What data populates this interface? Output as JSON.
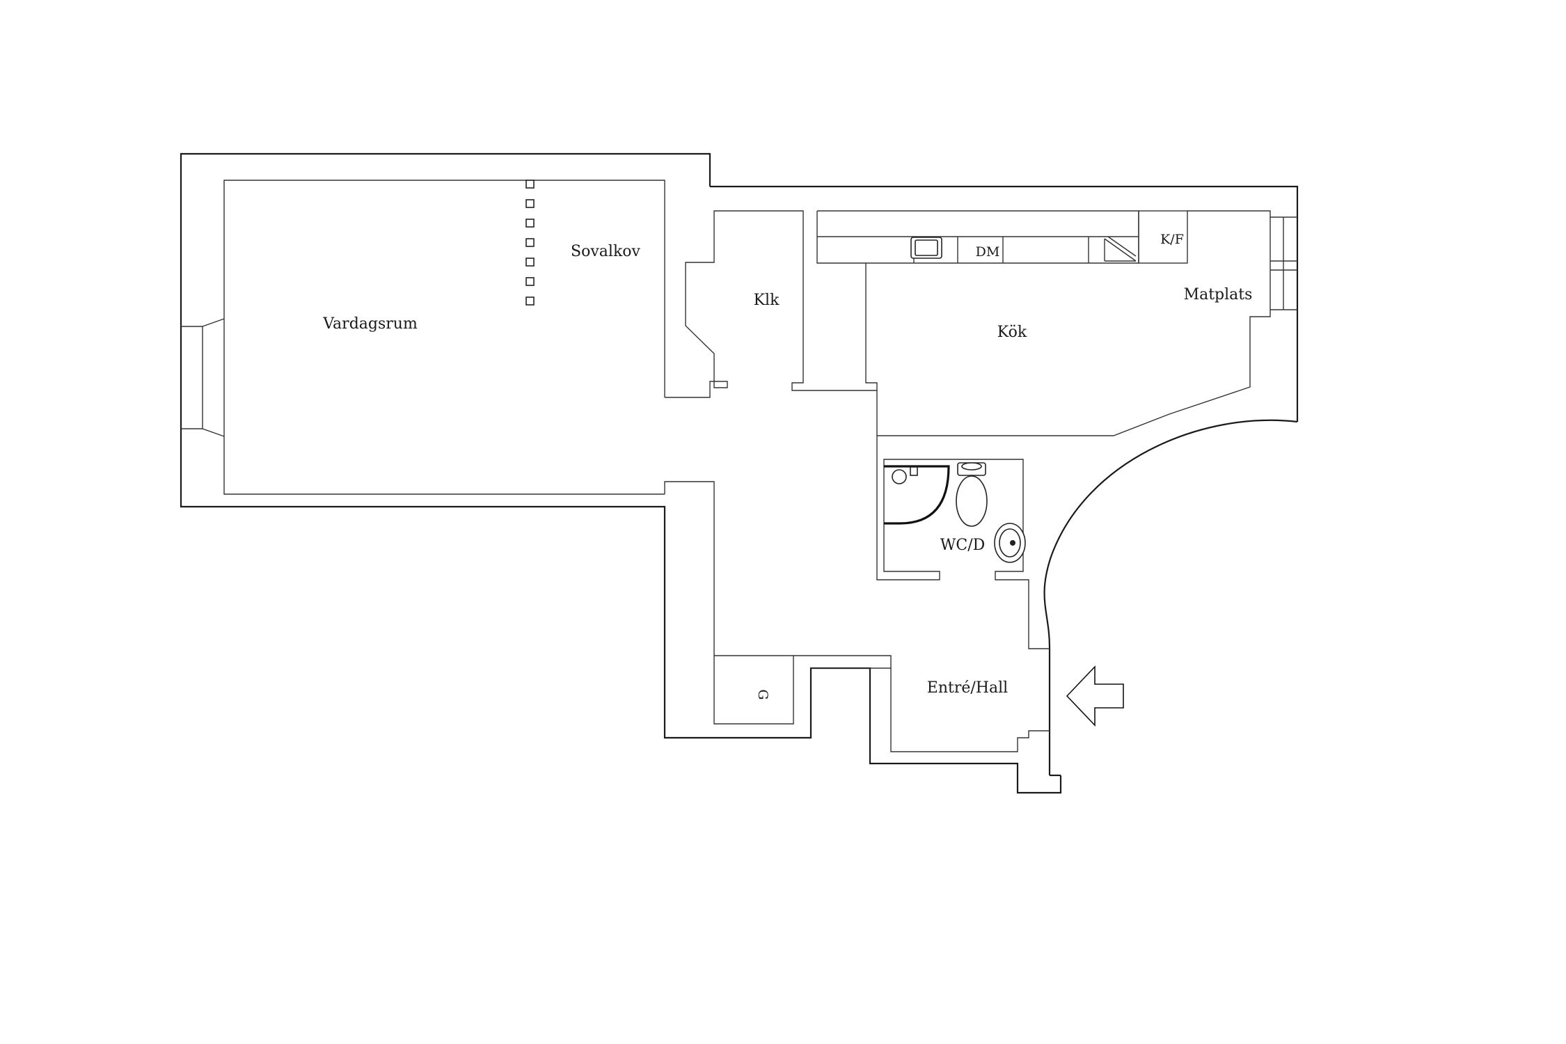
{
  "rooms": {
    "vardagsrum": "Vardagsrum",
    "sovalkov": "Sovalkov",
    "klk": "Klk",
    "kok": "Kök",
    "matplats": "Matplats",
    "wc": "WC/D",
    "entre": "Entré/Hall"
  },
  "fixtures": {
    "dishwasher": "DM",
    "fridge_freezer": "K/F",
    "wardrobe": "G"
  },
  "icons": {
    "entrance_arrow": "arrow-left-icon"
  },
  "colors": {
    "walls": "#1a1a1a",
    "background": "#ffffff"
  }
}
